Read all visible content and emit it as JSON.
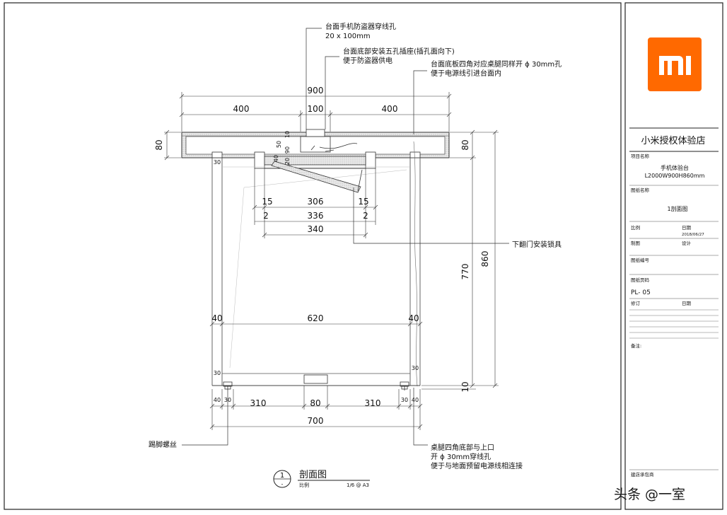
{
  "title_block": {
    "brand_color": "#FF6900",
    "logo_text": "mi",
    "store_name": "小米授权体验店",
    "project_label": "项目名称",
    "project_name_line1": "手机体验台",
    "project_name_line2": "L2000W900H860mm",
    "drawing_name_label": "图纸名称",
    "drawing_name": "1剖面图",
    "scale_label": "比例",
    "date_label": "日期",
    "date_value": "2018/06/27",
    "drawn_label": "制图",
    "design_label": "设计",
    "drawing_no_label": "图纸编号",
    "page_label": "图纸页码",
    "page_value": "PL- 05",
    "revision_label": "修订",
    "revision_date_label": "日期",
    "remarks_label": "备注:",
    "builder_label": "建店承包商"
  },
  "notes": {
    "anti_theft_hole_line1": "台面手机防盗器穿线孔",
    "anti_theft_hole_line2": "20 x 100mm",
    "socket_line1": "台面底部安装五孔插座(插孔面向下)",
    "socket_line2": "便于防盗器供电",
    "corner_hole_line1": "台面底板四角对应桌腿同样开 ϕ 30mm孔",
    "corner_hole_line2": "便于电源线引进台面内",
    "lock_note": "下翻门安装锁具",
    "leg_hole_line1": "桌腿四角底部与上口",
    "leg_hole_line2": "开 ϕ 30mm穿线孔",
    "leg_hole_line3": "便于与地面预留电源线相连接",
    "foot_screw": "踢脚螺丝"
  },
  "dimensions": {
    "overall_top": "900",
    "top_left": "400",
    "top_mid": "100",
    "top_right": "400",
    "top_thickness_left": "80",
    "top_thickness_right": "80",
    "leg_width_top": "30",
    "socket_box_a": "50",
    "socket_box_b": "40",
    "socket_box_c": "90",
    "socket_box_d": "20",
    "socket_box_e": "10",
    "tray_side_l": "15",
    "tray_inner": "306",
    "tray_side_r": "15",
    "tray_side_l2": "2",
    "tray_mid": "336",
    "tray_side_r2": "2",
    "tray_total": "340",
    "leg_height": "770",
    "total_height": "860",
    "leg_left": "40",
    "between_legs": "620",
    "leg_right": "40",
    "bottom_leg_l": "30",
    "bottom_leg_r": "30",
    "base_gap": "10",
    "base_40_l": "40",
    "base_30_l": "30",
    "base_310_l": "310",
    "base_80": "80",
    "base_310_r": "310",
    "base_30_r": "30",
    "base_40_r": "40",
    "base_total": "700"
  },
  "caption": {
    "number": "1",
    "dash": "-",
    "title": "剖面图",
    "scale_label": "比例",
    "scale_value": "1/6 @ A3"
  },
  "watermark": "头条 @一室"
}
